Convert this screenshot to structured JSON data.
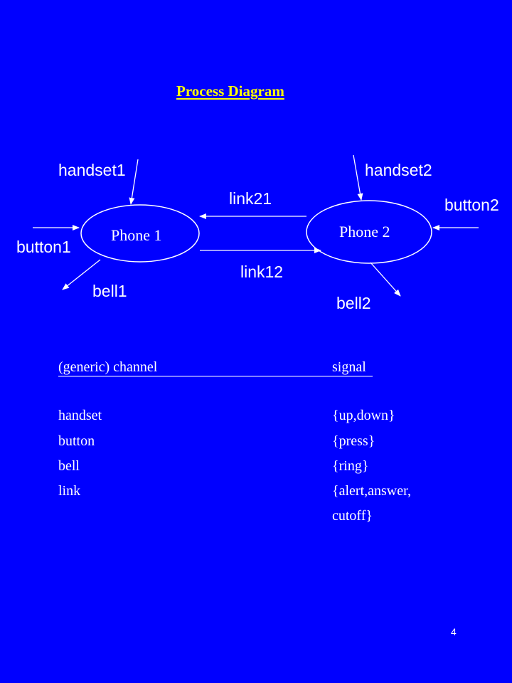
{
  "title": "Process Diagram",
  "nodes": {
    "phone1": "Phone 1",
    "phone2": "Phone 2"
  },
  "channels": {
    "handset1": "handset1",
    "handset2": "handset2",
    "button1": "button1",
    "button2": "button2",
    "bell1": "bell1",
    "bell2": "bell2",
    "link21": "link21",
    "link12": "link12"
  },
  "table": {
    "header": {
      "channel": "(generic) channel",
      "signal": "signal"
    },
    "rows": [
      {
        "channel": "handset",
        "signal": "{up,down}"
      },
      {
        "channel": "button",
        "signal": "{press}"
      },
      {
        "channel": "bell",
        "signal": "{ring}"
      },
      {
        "channel": "link",
        "signal": "{alert,answer,",
        "signal_cont": "cutoff}"
      }
    ]
  },
  "page_number": "4",
  "colors": {
    "background": "#0000ff",
    "title": "#ffff00",
    "text": "#ffffff"
  }
}
